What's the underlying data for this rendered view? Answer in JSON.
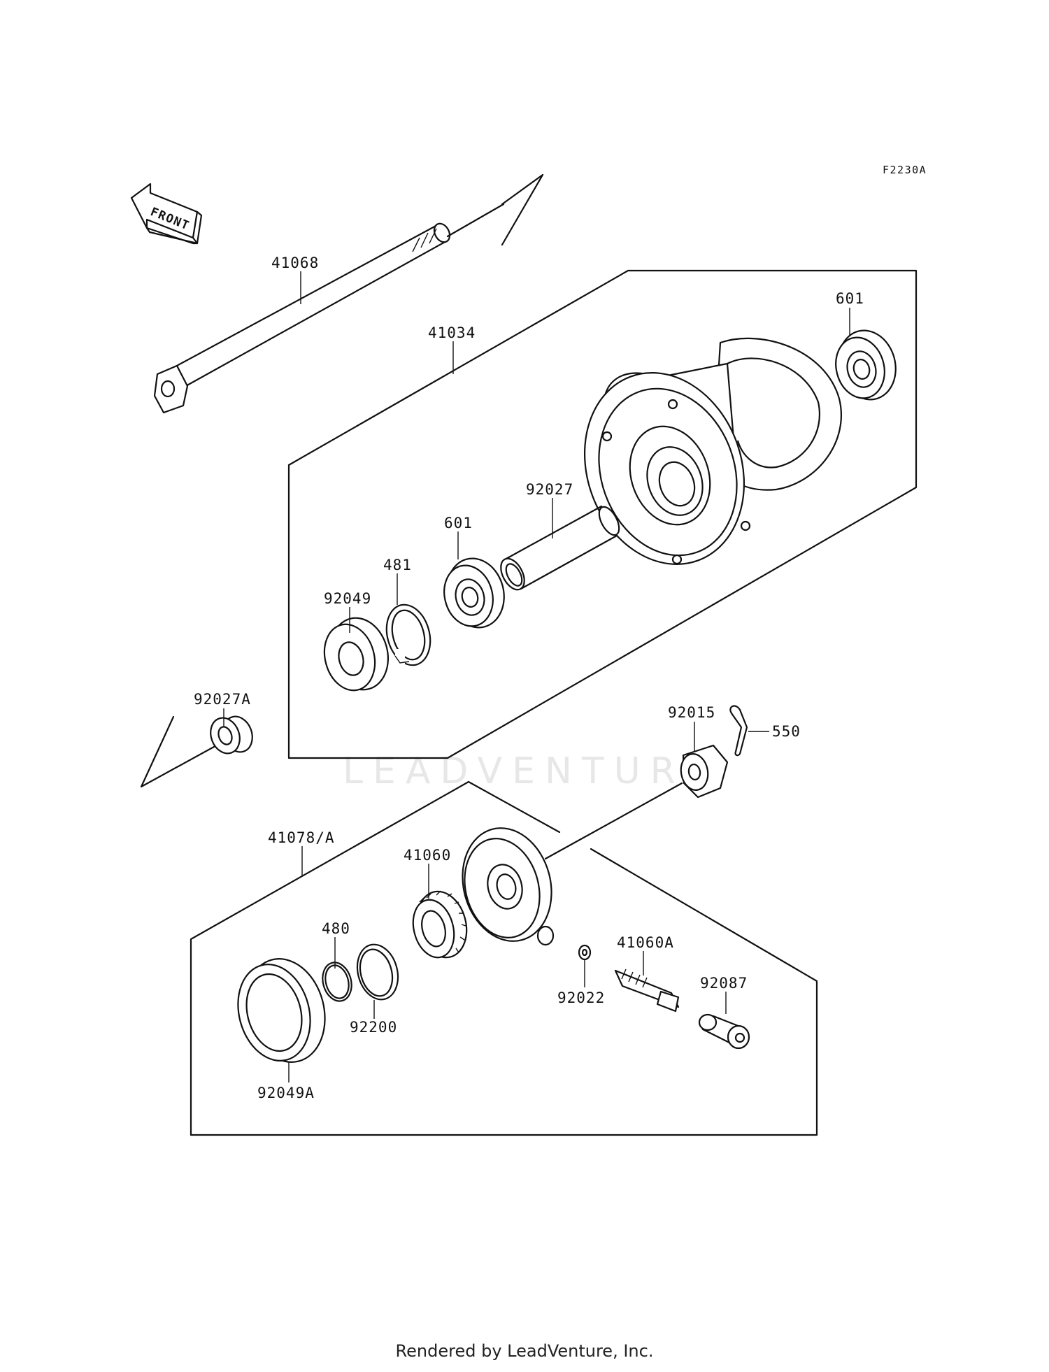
{
  "diagram_code": "F2230A",
  "front_label": "FRONT",
  "watermark": "LEADVENTURE",
  "footer": "Rendered by LeadVenture, Inc.",
  "labels": {
    "p41068": "41068",
    "p41034": "41034",
    "p601a": "601",
    "p601b": "601",
    "p92027": "92027",
    "p481": "481",
    "p92049": "92049",
    "p92027A": "92027A",
    "p92015": "92015",
    "p550": "550",
    "p41078A": "41078/A",
    "p41060": "41060",
    "p480": "480",
    "p92200": "92200",
    "p92049A": "92049A",
    "p92022": "92022",
    "p41060A": "41060A",
    "p92087": "92087"
  }
}
